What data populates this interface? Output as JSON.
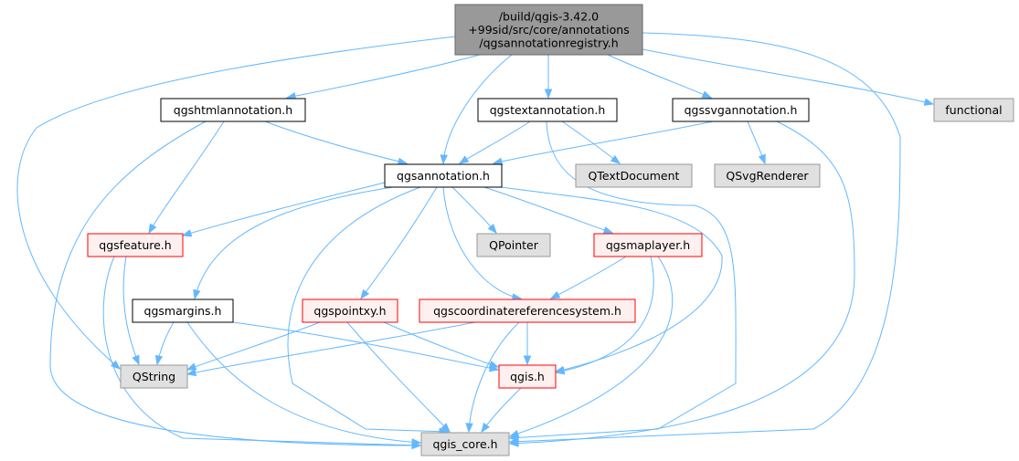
{
  "diagram": {
    "type": "include-dependency-graph",
    "colors": {
      "edge": "#63b8ff",
      "root_fill": "#999999",
      "root_border": "#666666",
      "normal_fill": "#ffffff",
      "normal_border": "#000000",
      "external_fill": "#e0e0e0",
      "external_border": "#999999",
      "truncated_fill": "#fff0f0",
      "truncated_border": "#ff0000"
    },
    "nodes": [
      {
        "id": "root",
        "kind": "root",
        "lines": [
          "/build/qgis-3.42.0",
          "+99sid/src/core/annotations",
          "/qgsannotationregistry.h"
        ]
      },
      {
        "id": "qgshtmlannotation",
        "kind": "normal",
        "lines": [
          "qgshtmlannotation.h"
        ]
      },
      {
        "id": "qgstextannotation",
        "kind": "normal",
        "lines": [
          "qgstextannotation.h"
        ]
      },
      {
        "id": "qgssvgannotation",
        "kind": "normal",
        "lines": [
          "qgssvgannotation.h"
        ]
      },
      {
        "id": "functional",
        "kind": "external",
        "lines": [
          "functional"
        ]
      },
      {
        "id": "qgsannotation",
        "kind": "normal",
        "lines": [
          "qgsannotation.h"
        ]
      },
      {
        "id": "qtextdocument",
        "kind": "external",
        "lines": [
          "QTextDocument"
        ]
      },
      {
        "id": "qsvgrenderer",
        "kind": "external",
        "lines": [
          "QSvgRenderer"
        ]
      },
      {
        "id": "qgsfeature",
        "kind": "truncated",
        "lines": [
          "qgsfeature.h"
        ]
      },
      {
        "id": "qpointer",
        "kind": "external",
        "lines": [
          "QPointer"
        ]
      },
      {
        "id": "qgsmaplayer",
        "kind": "truncated",
        "lines": [
          "qgsmaplayer.h"
        ]
      },
      {
        "id": "qgsmargins",
        "kind": "normal",
        "lines": [
          "qgsmargins.h"
        ]
      },
      {
        "id": "qgspointxy",
        "kind": "truncated",
        "lines": [
          "qgspointxy.h"
        ]
      },
      {
        "id": "qgscrs",
        "kind": "truncated",
        "lines": [
          "qgscoordinatereferencesystem.h"
        ]
      },
      {
        "id": "qstring",
        "kind": "external",
        "lines": [
          "QString"
        ]
      },
      {
        "id": "qgis",
        "kind": "truncated",
        "lines": [
          "qgis.h"
        ]
      },
      {
        "id": "qgis_core",
        "kind": "external",
        "lines": [
          "qgis_core.h"
        ]
      }
    ],
    "edges": [
      {
        "from": "root",
        "to": "qgshtmlannotation"
      },
      {
        "from": "root",
        "to": "qgstextannotation"
      },
      {
        "from": "root",
        "to": "qgssvgannotation"
      },
      {
        "from": "root",
        "to": "functional"
      },
      {
        "from": "root",
        "to": "qgsannotation"
      },
      {
        "from": "root",
        "to": "qstring"
      },
      {
        "from": "root",
        "to": "qgis_core"
      },
      {
        "from": "qgshtmlannotation",
        "to": "qgsannotation"
      },
      {
        "from": "qgshtmlannotation",
        "to": "qgsfeature"
      },
      {
        "from": "qgshtmlannotation",
        "to": "qgis_core"
      },
      {
        "from": "qgstextannotation",
        "to": "qgsannotation"
      },
      {
        "from": "qgstextannotation",
        "to": "qtextdocument"
      },
      {
        "from": "qgstextannotation",
        "to": "qgis_core"
      },
      {
        "from": "qgssvgannotation",
        "to": "qgsannotation"
      },
      {
        "from": "qgssvgannotation",
        "to": "qsvgrenderer"
      },
      {
        "from": "qgssvgannotation",
        "to": "qgis_core"
      },
      {
        "from": "qgsannotation",
        "to": "qgsfeature"
      },
      {
        "from": "qgsannotation",
        "to": "qpointer"
      },
      {
        "from": "qgsannotation",
        "to": "qgsmaplayer"
      },
      {
        "from": "qgsannotation",
        "to": "qgsmargins"
      },
      {
        "from": "qgsannotation",
        "to": "qgspointxy"
      },
      {
        "from": "qgsannotation",
        "to": "qgscrs"
      },
      {
        "from": "qgsannotation",
        "to": "qgis"
      },
      {
        "from": "qgsannotation",
        "to": "qgis_core"
      },
      {
        "from": "qgsfeature",
        "to": "qstring"
      },
      {
        "from": "qgsfeature",
        "to": "qgis_core"
      },
      {
        "from": "qgsmaplayer",
        "to": "qgscrs"
      },
      {
        "from": "qgsmaplayer",
        "to": "qgis"
      },
      {
        "from": "qgsmaplayer",
        "to": "qgis_core"
      },
      {
        "from": "qgsmargins",
        "to": "qstring"
      },
      {
        "from": "qgsmargins",
        "to": "qgis"
      },
      {
        "from": "qgsmargins",
        "to": "qgis_core"
      },
      {
        "from": "qgspointxy",
        "to": "qstring"
      },
      {
        "from": "qgspointxy",
        "to": "qgis"
      },
      {
        "from": "qgspointxy",
        "to": "qgis_core"
      },
      {
        "from": "qgscrs",
        "to": "qstring"
      },
      {
        "from": "qgscrs",
        "to": "qgis"
      },
      {
        "from": "qgscrs",
        "to": "qgis_core"
      },
      {
        "from": "qgis",
        "to": "qgis_core"
      }
    ]
  }
}
